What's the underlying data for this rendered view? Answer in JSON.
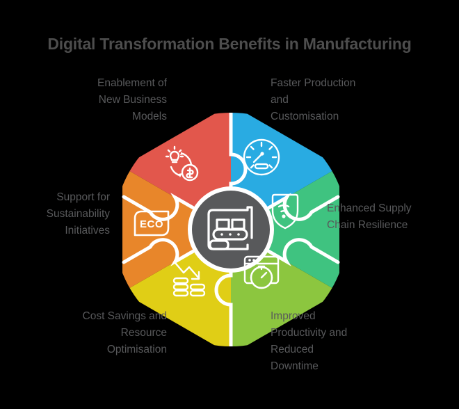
{
  "title": "Digital Transformation Benefits in Manufacturing",
  "colors": {
    "background": "#000000",
    "title_text": "#4d4d4d",
    "label_text": "#58595b",
    "hub_fill": "#58595b",
    "hub_ring": "#ffffff",
    "icon_stroke": "#ffffff",
    "segment_divider": "#ffffff"
  },
  "hub": {
    "icon": "conveyor-belt-factory-icon"
  },
  "segments": [
    {
      "id": "new-business-models",
      "label": "Enablement of\nNew Business\nModels",
      "color": "#e2574c",
      "icon": "lightbulb-to-money-cycle-icon",
      "position": "top-left",
      "align": "right"
    },
    {
      "id": "faster-production",
      "label": "Faster Production\nand\nCustomisation",
      "color": "#29abe2",
      "icon": "speedometer-gauge-icon",
      "position": "top-right",
      "align": "left"
    },
    {
      "id": "supply-chain-resilience",
      "label": "Enhanced Supply\nChain Resilience",
      "color": "#3fc380",
      "icon": "shield-signal-icon",
      "position": "right",
      "align": "left"
    },
    {
      "id": "improved-productivity",
      "label": "Improved\nProductivity and\nReduced\nDowntime",
      "color": "#8cc63f",
      "icon": "browser-stopwatch-icon",
      "position": "bottom-right",
      "align": "left"
    },
    {
      "id": "cost-savings",
      "label": "Cost Savings and\nResource\nOptimisation",
      "color": "#e0ce16",
      "icon": "declining-arrow-coins-icon",
      "position": "bottom-left",
      "align": "right"
    },
    {
      "id": "sustainability",
      "label": "Support for\nSustainability\nInitiatives",
      "color": "#e8862a",
      "icon": "eco-badge-icon",
      "position": "left",
      "align": "right"
    }
  ]
}
